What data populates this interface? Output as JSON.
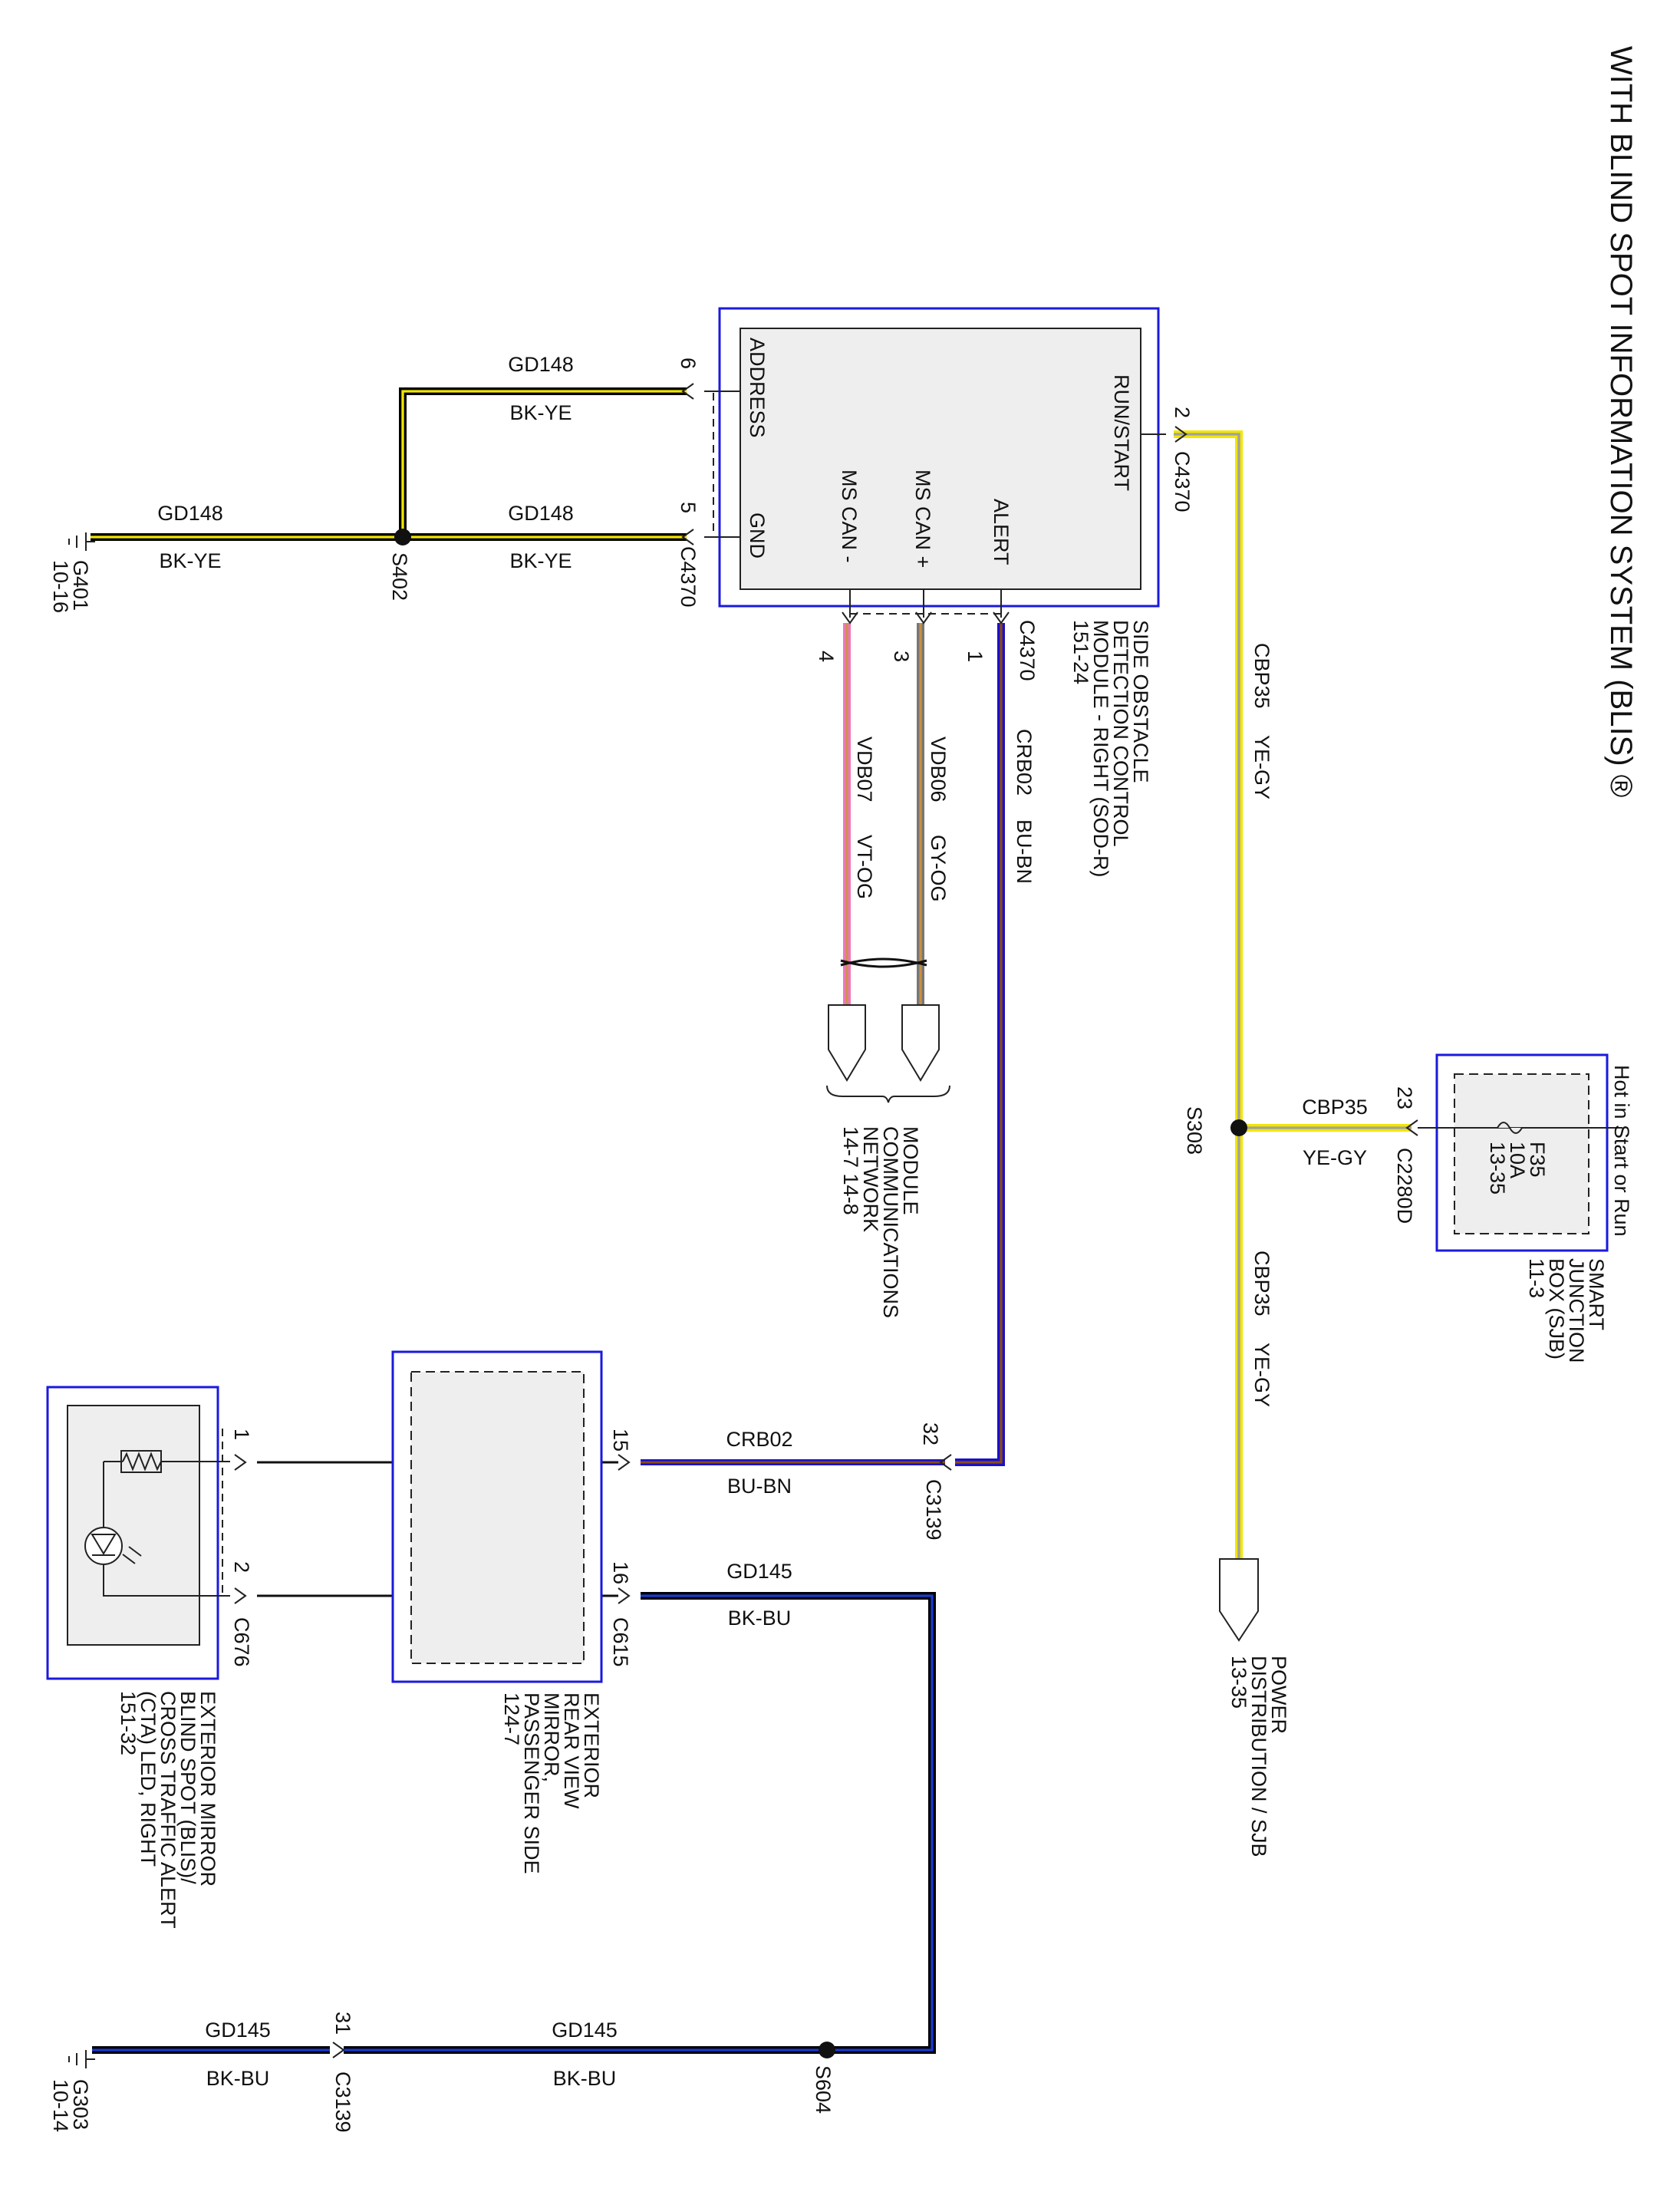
{
  "title": "WITH BLIND SPOT INFORMATION SYSTEM (BLIS) ®",
  "colors": {
    "BK-YE": [
      "#000000",
      "#f2e600"
    ],
    "YE-GY": [
      "#f2e600",
      "#a0a0a0"
    ],
    "BU-BN": [
      "#1a10c8",
      "#8a4a14"
    ],
    "VT-OG": [
      "#ee77bb",
      "#d09050"
    ],
    "GY-OG": [
      "#777777",
      "#c89040"
    ],
    "BK-BU": [
      "#000000",
      "#1a3ad0"
    ],
    "component_outline": "#1a1adc",
    "component_fill": "#eeeeee"
  },
  "sod": {
    "name": "SIDE OBSTACLE DETECTION CONTROL MODULE - RIGHT (SOD-R)",
    "lines": [
      "SIDE OBSTACLE",
      "DETECTION CONTROL",
      "MODULE - RIGHT (SOD-R)",
      "151-24"
    ],
    "pins": {
      "address": "ADDRESS",
      "gnd": "GND",
      "ms_can_minus": "MS CAN -",
      "ms_can_plus": "MS CAN +",
      "alert": "ALERT",
      "run_start": "RUN/START"
    },
    "pin_numbers": {
      "address": "6",
      "gnd": "5",
      "run_start": "2",
      "ms_can_minus": "4",
      "ms_can_plus": "3",
      "alert": "1"
    },
    "connector": "C4370"
  },
  "sjb": {
    "lines": [
      "SMART",
      "JUNCTION",
      "BOX (SJB)",
      "11-3"
    ],
    "hot": "Hot in Start or Run",
    "fuse": [
      "F35",
      "10A",
      "13-35"
    ],
    "pin": "23",
    "connector": "C2280D"
  },
  "power_dist": {
    "lines": [
      "POWER",
      "DISTRIBUTION / SJB",
      "13-35"
    ]
  },
  "mcn": {
    "lines": [
      "MODULE",
      "COMMUNICATIONS",
      "NETWORK",
      "14-7     14-8"
    ]
  },
  "mirror": {
    "lines": [
      "EXTERIOR",
      "REAR VIEW",
      "MIRROR,",
      "PASSENGER SIDE",
      "124-7"
    ],
    "connector": "C615",
    "pin_top": "15",
    "pin_bottom": "16"
  },
  "led": {
    "lines": [
      "EXTERIOR MIRROR",
      "BLIND SPOT (BLIS)/",
      "CROSS TRAFFIC ALERT",
      "(CTA) LED, RIGHT",
      "151-32"
    ],
    "connector": "C676",
    "pin_top": "1",
    "pin_bottom": "2"
  },
  "circuits": {
    "gd148": "GD148",
    "bk_ye": "BK-YE",
    "cbp35": "CBP35",
    "ye_gy": "YE-GY",
    "crb02": "CRB02",
    "bu_bn": "BU-BN",
    "vdb07": "VDB07",
    "vt_og": "VT-OG",
    "vdb06": "VDB06",
    "gy_og": "GY-OG",
    "gd145": "GD145",
    "bk_bu": "BK-BU"
  },
  "splices": {
    "s402": "S402",
    "s308": "S308",
    "s604": "S604"
  },
  "grounds": {
    "g401": [
      "G401",
      "10-16"
    ],
    "g303": [
      "G303",
      "10-14"
    ]
  },
  "connectors": {
    "c3139": "C3139",
    "c3139_pin_crb02": "32",
    "c3139_pin_gd145": "31"
  }
}
